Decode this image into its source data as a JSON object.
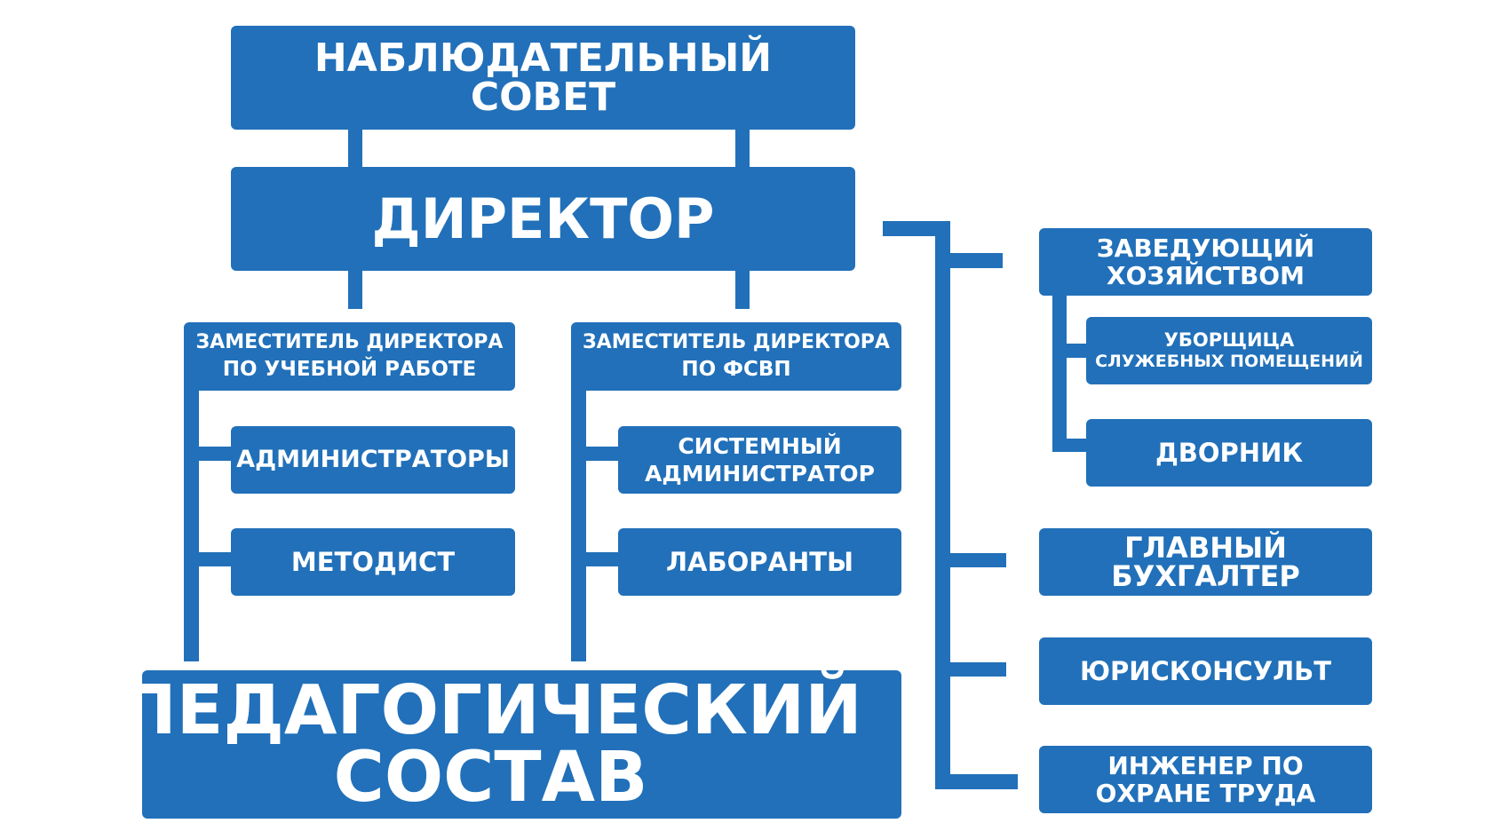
{
  "nodes": {
    "supervisory_board": {
      "line1": "НАБЛЮДАТЕЛЬНЫЙ",
      "line2": "СОВЕТ"
    },
    "director": {
      "label": "ДИРЕКТОР"
    },
    "deputy_academic": {
      "line1": "ЗАМЕСТИТЕЛЬ ДИРЕКТОРА",
      "line2": "ПО УЧЕБНОЙ РАБОТЕ"
    },
    "administrators": {
      "label": "АДМИНИСТРАТОРЫ"
    },
    "methodist": {
      "label": "МЕТОДИСТ"
    },
    "deputy_fsvp": {
      "line1": "ЗАМЕСТИТЕЛЬ ДИРЕКТОРА",
      "line2": "ПО ФСВП"
    },
    "sysadmin": {
      "line1": "СИСТЕМНЫЙ",
      "line2": "АДМИНИСТРАТОР"
    },
    "lab_assistants": {
      "label": "ЛАБОРАНТЫ"
    },
    "teaching_staff": {
      "line1": "ПЕДАГОГИЧЕСКИЙ",
      "line2": "СОСТАВ"
    },
    "facility_manager": {
      "line1": "ЗАВЕДУЮЩИЙ",
      "line2": "ХОЗЯЙСТВОМ"
    },
    "cleaner": {
      "line1": "УБОРЩИЦА",
      "line2": "СЛУЖЕБНЫХ ПОМЕЩЕНИЙ"
    },
    "janitor": {
      "label": "ДВОРНИК"
    },
    "chief_accountant": {
      "line1": "ГЛАВНЫЙ",
      "line2": "БУХГАЛТЕР"
    },
    "legal_advisor": {
      "label": "ЮРИСКОНСУЛЬТ"
    },
    "safety_engineer": {
      "line1": "ИНЖЕНЕР ПО",
      "line2": "ОХРАНЕ ТРУДА"
    }
  },
  "colors": {
    "box_fill": "#2170b9",
    "text": "#ffffff",
    "background": "#ffffff"
  }
}
